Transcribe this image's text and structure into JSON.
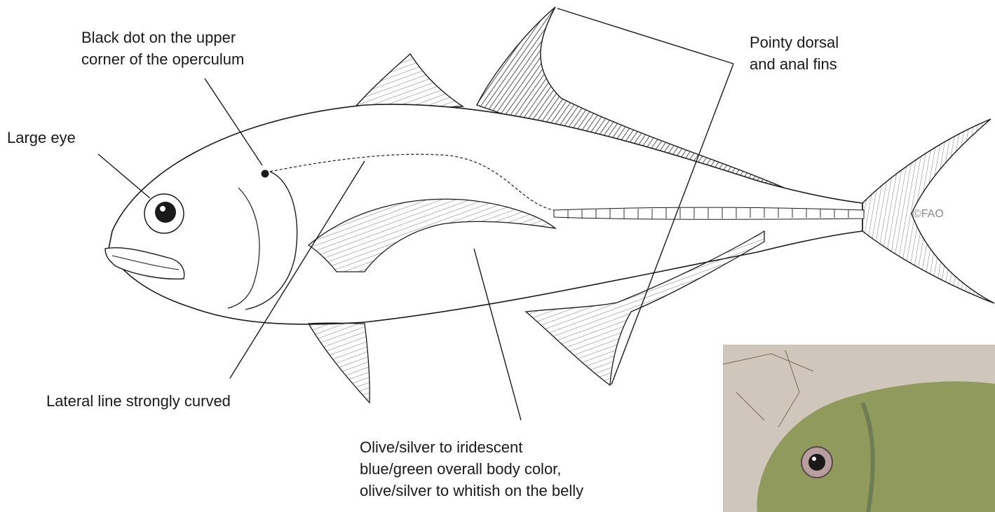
{
  "labels": {
    "large_eye": "Large eye",
    "black_dot": [
      "Black dot on the upper",
      "corner of the operculum"
    ],
    "pointy_fins": [
      "Pointy dorsal",
      "and anal fins"
    ],
    "lateral_line": "Lateral line strongly curved",
    "body_color": [
      "Olive/silver to iridescent",
      "blue/green overall body color,",
      "olive/silver to whitish on the belly"
    ]
  },
  "credit": "©FAO",
  "colors": {
    "ink": "#1a1a1a",
    "fin_dark": "#2b2b2b",
    "photo_bg": "#cfc7bb",
    "photo_fish": "#8f9a5c",
    "photo_gill": "#6f7d52",
    "credit": "#8a8a8a"
  }
}
